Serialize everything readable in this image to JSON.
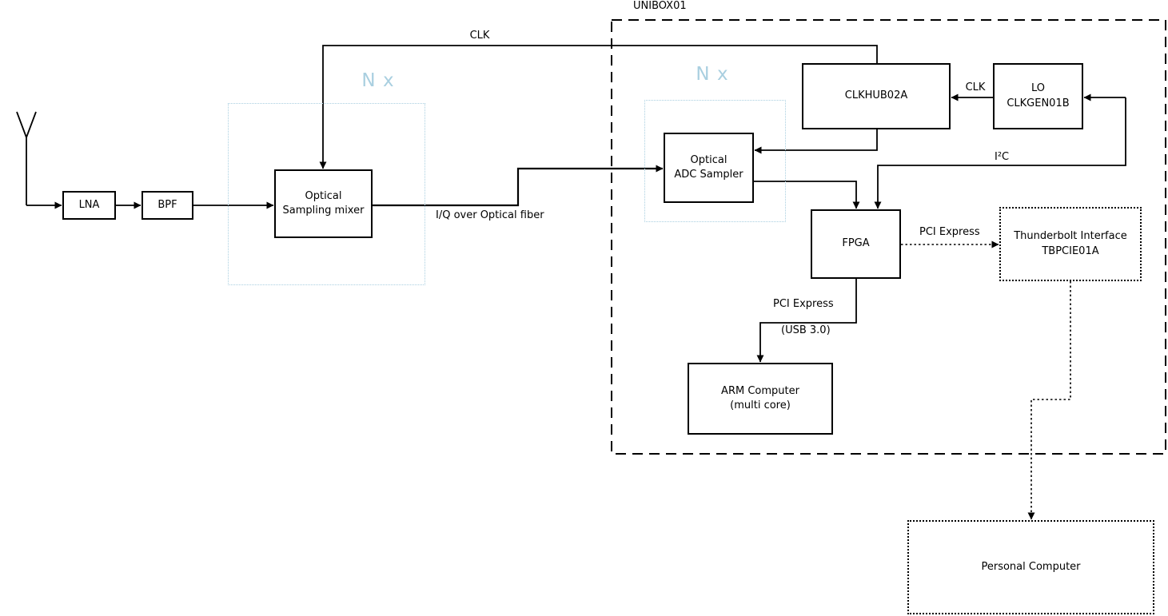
{
  "diagram": {
    "unibox_label": "UNIBOX01",
    "nx_left": "N x",
    "nx_right": "N x",
    "blocks": {
      "lna": "LNA",
      "bpf": "BPF",
      "mixer": "Optical\nSampling mixer",
      "adc": "Optical\nADC Sampler",
      "clkhub": "CLKHUB02A",
      "lo": "LO\nCLKGEN01B",
      "fpga": "FPGA",
      "thunderbolt": "Thunderbolt Interface\nTBPCIE01A",
      "arm": "ARM Computer\n(multi core)",
      "pc": "Personal Computer"
    },
    "labels": {
      "clk_top": "CLK",
      "clk_lo": "CLK",
      "i2c": "I²C",
      "iq_fiber": "I/Q over Optical fiber",
      "pci_express_tb": "PCI Express",
      "pci_express_arm": "PCI Express",
      "usb": "(USB 3.0)"
    },
    "colors": {
      "accent_blue": "#a9cfe0",
      "line": "#000000"
    }
  }
}
